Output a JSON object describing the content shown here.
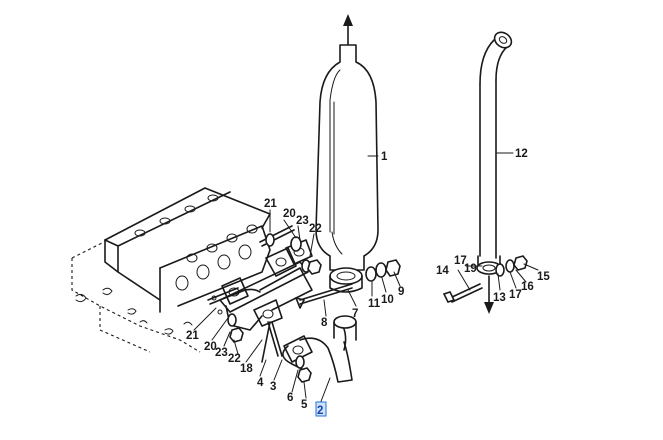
{
  "callouts": {
    "c1": "1",
    "c12": "12",
    "c21a": "21",
    "c20a": "20",
    "c23a": "23",
    "c22a": "22",
    "c17a": "17",
    "c14": "14",
    "c19": "19",
    "c13": "13",
    "c17b": "17",
    "c16": "16",
    "c15": "15",
    "c11": "11",
    "c10": "10",
    "c9": "9",
    "c7": "7",
    "c8": "8",
    "c21b": "21",
    "c20b": "20",
    "c23b": "23",
    "c22b": "22",
    "c18": "18",
    "c4": "4",
    "c3": "3",
    "c6": "6",
    "c5": "5",
    "c2": "2"
  },
  "selected_callout": "c2",
  "colors": {
    "ink": "#1a1a1a",
    "selection": "#2a6fd6"
  }
}
